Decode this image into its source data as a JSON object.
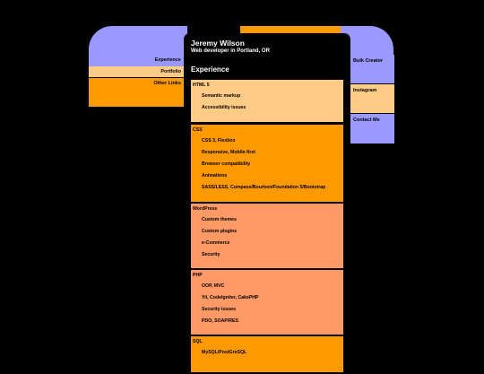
{
  "colors": {
    "lavender": "#9999ff",
    "orange": "#ff9900",
    "peach": "#ffcc88",
    "salmon": "#ff9966",
    "background": "#000000",
    "text": "#ffffff"
  },
  "header": {
    "name": "Jeremy Wilson",
    "tagline": "Web developer in Portland, OR",
    "section_title": "Experience"
  },
  "nav_left": [
    {
      "label": "Experience",
      "color": "#9999ff"
    },
    {
      "label": "Portfolio",
      "color": "#ffcc88"
    },
    {
      "label": "Other Links",
      "color": "#ff9900"
    }
  ],
  "nav_right": [
    {
      "label": "Bulk Creator",
      "color": "#9999ff"
    },
    {
      "label": "Instagram",
      "color": "#ffcc88"
    },
    {
      "label": "Contact Me",
      "color": "#9999ff"
    }
  ],
  "sections": [
    {
      "title": "HTML 5",
      "color": "#ffcc88",
      "items": [
        "Semantic markup",
        "Accessibility issues"
      ]
    },
    {
      "title": "CSS",
      "color": "#ff9900",
      "items": [
        "CSS 3, Flexbox",
        "Responsive, Mobile-first",
        "Browser compatibility",
        "Animations",
        "SASS/LESS, Compass/Bourbon/Foundation 5/Bootstrap"
      ]
    },
    {
      "title": "WordPress",
      "color": "#ff9966",
      "items": [
        "Custom themes",
        "Custom plugins",
        "e-Commerce",
        "Security"
      ]
    },
    {
      "title": "PHP",
      "color": "#ff9966",
      "items": [
        "OOP, MVC",
        "Yii, CodeIgniter, CakePHP",
        "Security issues",
        "PDO, SOAP/RES"
      ]
    },
    {
      "title": "SQL",
      "color": "#ff9900",
      "items": [
        "MySQL/PostGreSQL"
      ]
    }
  ]
}
